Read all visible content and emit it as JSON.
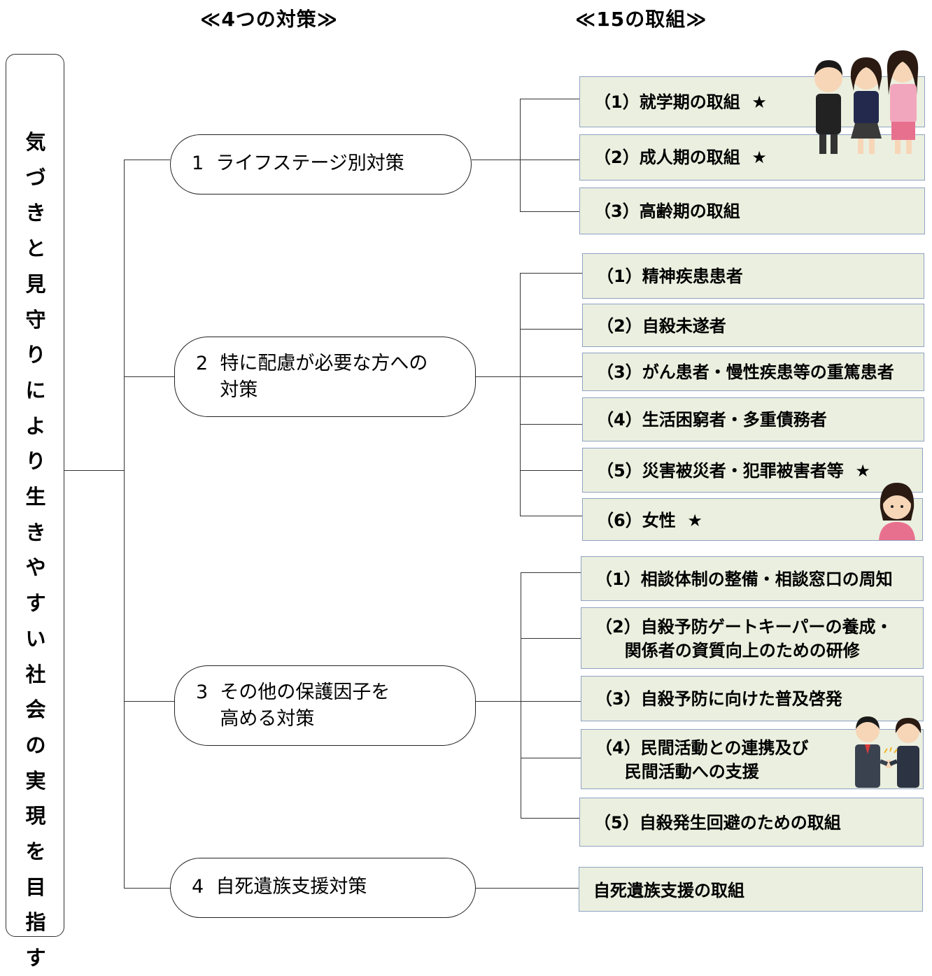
{
  "headers": {
    "measures": "≪4つの対策≫",
    "initiatives": "≪15の取組≫"
  },
  "vision": "気\nづ\nき\nと\n見\n守\nり\nに\nよ\nり\n生\nき\nや\nす\nい\n社\n会\nの\n実\n現\nを\n目\n指\nす",
  "measures": [
    {
      "label": "1  ライフステージ別対策"
    },
    {
      "label": "2  特に配慮が必要な方への\n    対策"
    },
    {
      "label": "3  その他の保護因子を\n    高める対策"
    },
    {
      "label": "4  自死遺族支援対策"
    }
  ],
  "initiatives": {
    "g1": [
      "（1）就学期の取組  ★",
      "（2）成人期の取組  ★",
      "（3）高齢期の取組"
    ],
    "g2": [
      "（1）精神疾患患者",
      "（2）自殺未遂者",
      "（3）がん患者・慢性疾患等の重篤患者",
      "（4）生活困窮者・多重債務者",
      "（5）災害被災者・犯罪被害者等  ★",
      "（6）女性  ★"
    ],
    "g3": [
      "（1）相談体制の整備・相談窓口の周知",
      "（2）自殺予防ゲートキーパーの養成・\n     関係者の資質向上のための研修",
      "（3）自殺予防に向けた普及啓発",
      "（4）民間活動との連携及び\n     民間活動への支援",
      "（5）自殺発生回避のための取組"
    ],
    "g4": [
      "自死遺族支援の取組"
    ]
  }
}
